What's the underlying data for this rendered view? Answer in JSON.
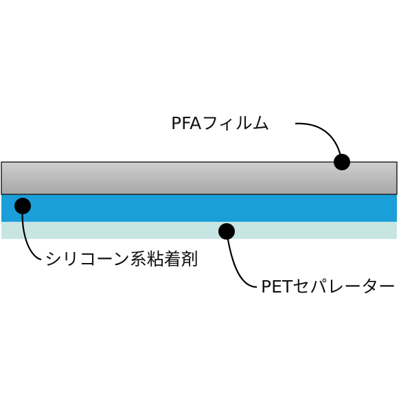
{
  "labels": {
    "pfa_film": "PFAフィルム",
    "silicone_adhesive": "シリコーン系粘着剤",
    "pet_separator": "PETセパレーター"
  },
  "colors": {
    "pfa_film_top": "#cfcfcf",
    "pfa_film_bottom": "#a7a7a7",
    "silicone_adhesive": "#1a9fd8",
    "pet_separator": "#c7e6e3",
    "outline": "#222222",
    "leader": "#000000"
  }
}
